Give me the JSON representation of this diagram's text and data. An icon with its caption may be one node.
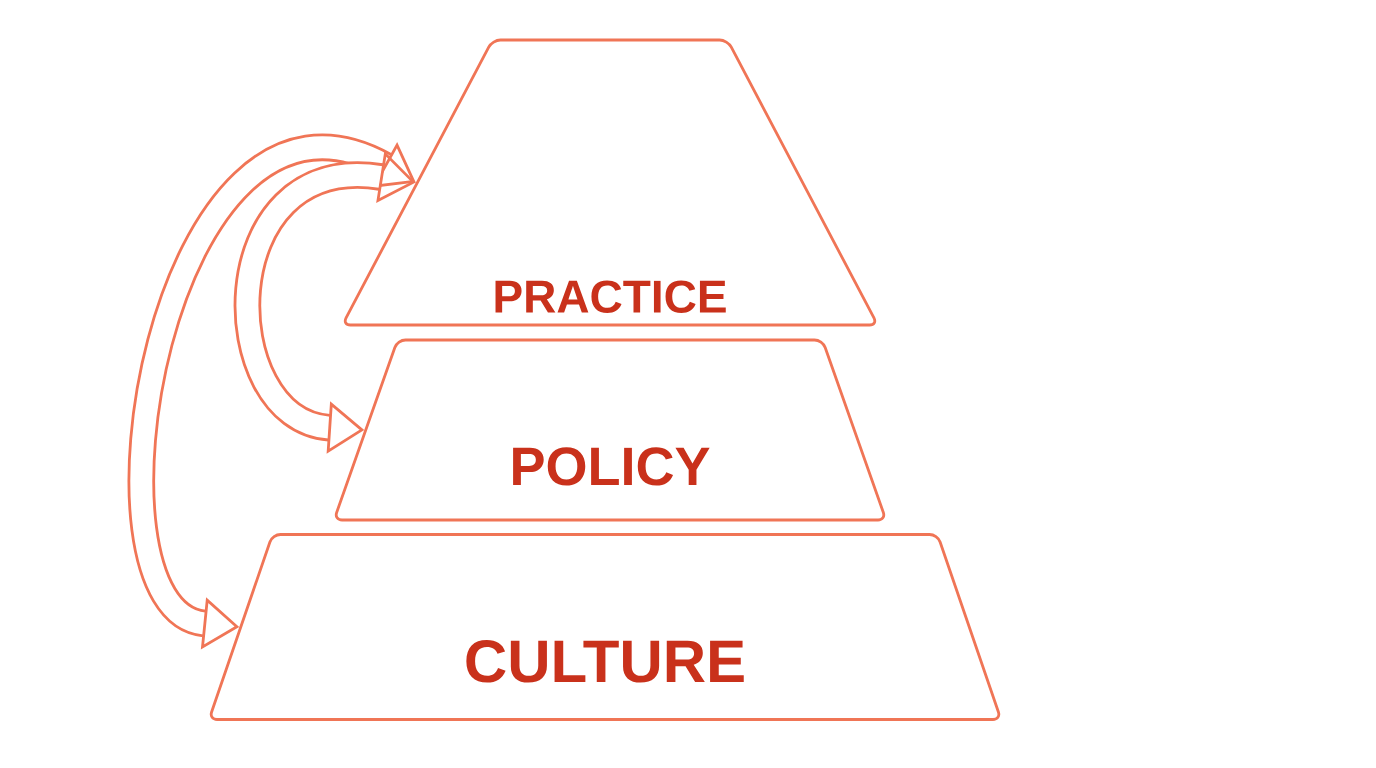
{
  "diagram": {
    "nodes": [
      {
        "text": [
          "PRACTICE"
        ]
      },
      {
        "text": [
          "POLICY"
        ]
      },
      {
        "text": [
          "CULTURE"
        ]
      }
    ],
    "edges": [
      {
        "from": 2,
        "to": 0,
        "arrow": "both"
      },
      {
        "from": 1,
        "to": 0,
        "arrow": "both"
      }
    ]
  }
}
